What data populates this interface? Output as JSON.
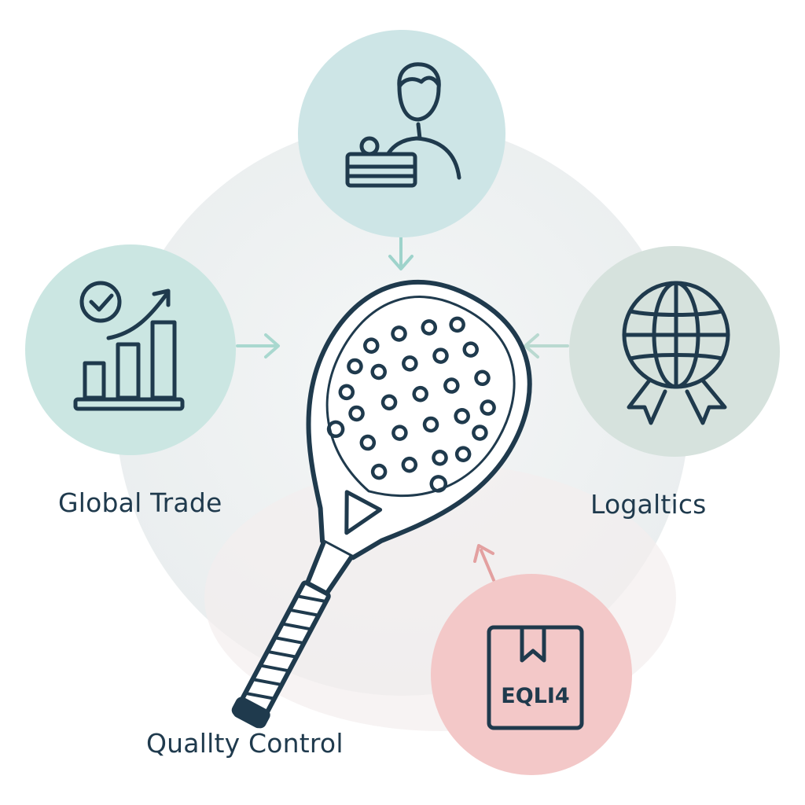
{
  "nodes": {
    "trade": {
      "label": "Global Trade",
      "icon": "bar-chart-growth-icon"
    },
    "logistics": {
      "label": "Logaltics",
      "icon": "globe-award-icon"
    },
    "quality": {
      "label": "Quallty Control",
      "icon": "padel-racket-icon"
    },
    "buyer": {
      "icon": "person-at-counter-icon"
    },
    "package": {
      "icon": "package-box-icon",
      "box_text": "EQLI4"
    }
  },
  "colors": {
    "ink": "#1f3a4d",
    "teal_circle": "#cde5e6",
    "mint_circle": "#cbe6e2",
    "sage_circle": "#d6e2dd",
    "pink_circle": "#f3c8c8",
    "backdrop": "#eef2f3"
  }
}
